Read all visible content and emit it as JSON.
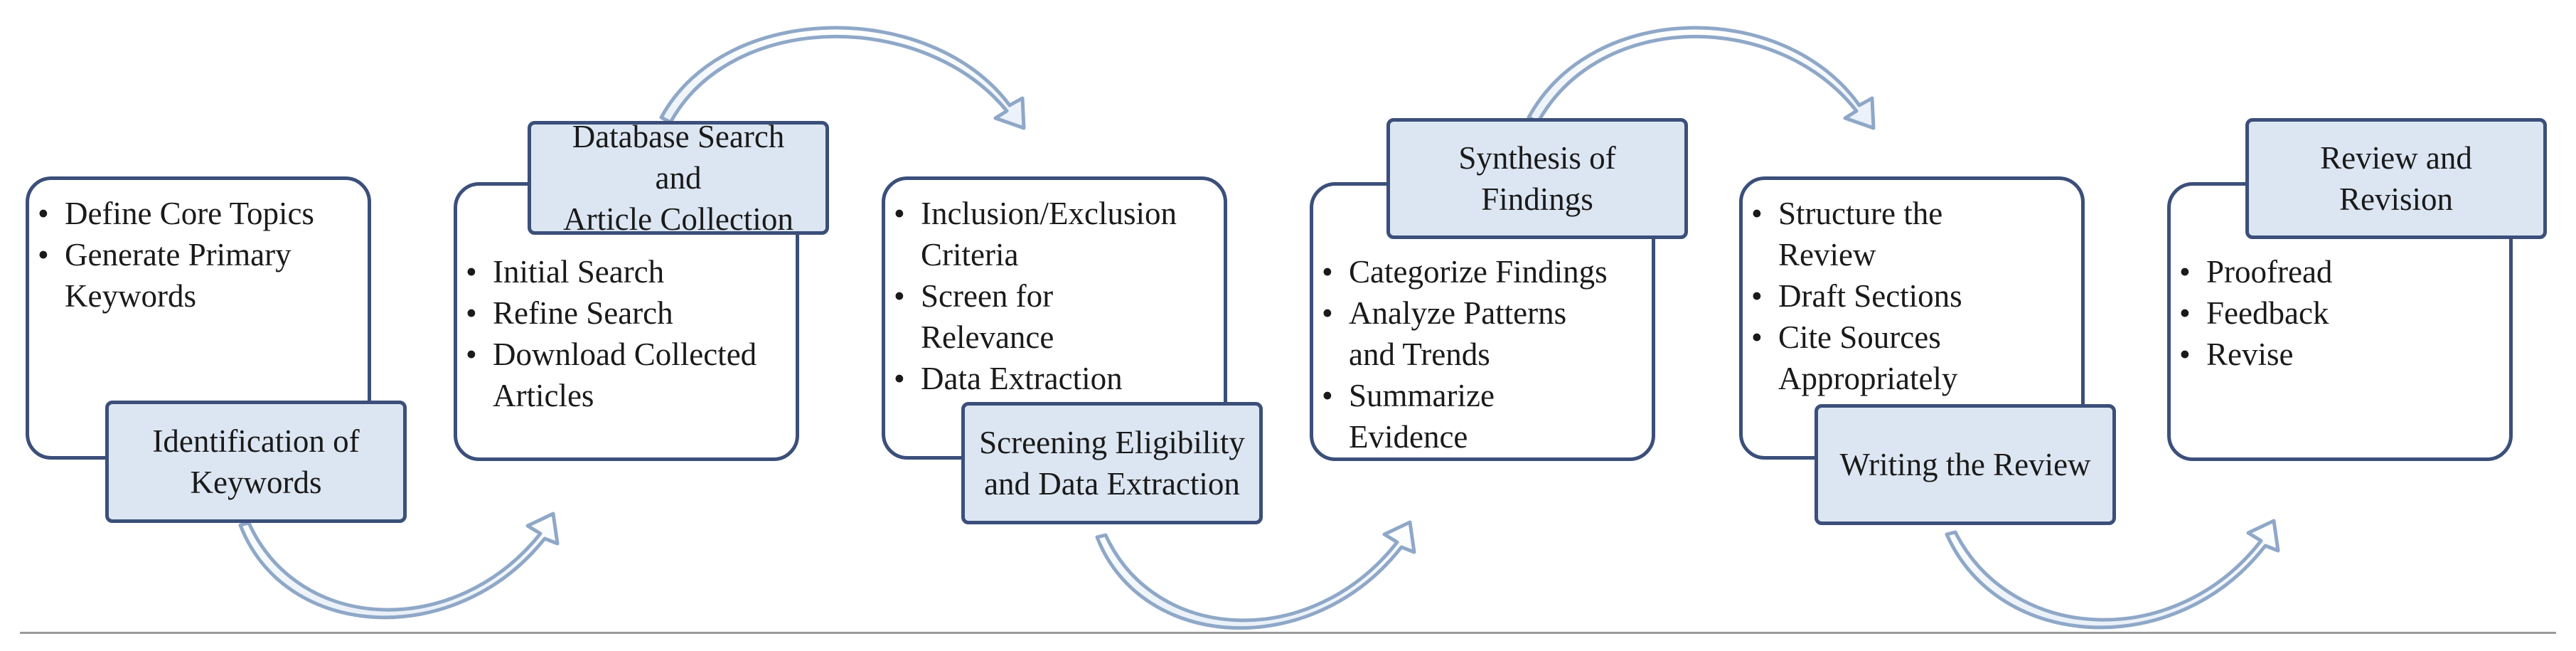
{
  "steps": [
    {
      "label": "Identification of\nKeywords",
      "items": [
        "Define Core Topics",
        "Generate Primary\nKeywords"
      ]
    },
    {
      "label": "Database Search and\nArticle Collection",
      "items": [
        "Initial Search",
        "Refine Search",
        "Download Collected\nArticles"
      ]
    },
    {
      "label": "Screening Eligibility\nand Data Extraction",
      "items": [
        "Inclusion/Exclusion\nCriteria",
        "Screen for\nRelevance",
        "Data Extraction"
      ]
    },
    {
      "label": "Synthesis of Findings",
      "items": [
        "Categorize Findings",
        "Analyze Patterns\nand Trends",
        "Summarize\nEvidence"
      ]
    },
    {
      "label": "Writing the Review",
      "items": [
        "Structure the\nReview",
        "Draft Sections",
        "Cite Sources\nAppropriately"
      ]
    },
    {
      "label": "Review and Revision",
      "items": [
        "Proofread",
        "Feedback",
        "Revise"
      ]
    }
  ],
  "bullet_char": "•",
  "colors": {
    "card_border": "#3b4f7a",
    "label_fill": "#dce6f2",
    "arrow_fill": "#ffffff",
    "arrow_stroke": "#8fa8c8"
  }
}
